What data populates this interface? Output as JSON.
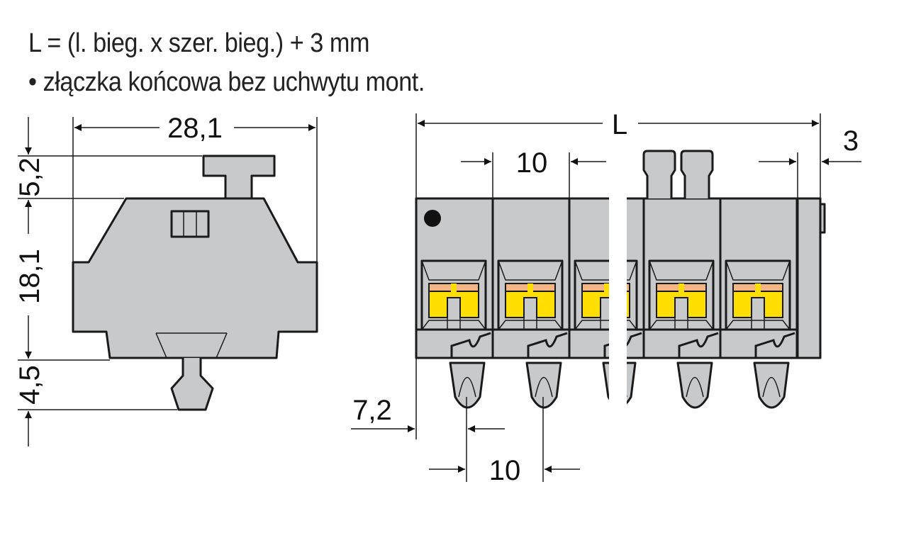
{
  "header": {
    "line1": "L = (l. bieg. x szer. bieg.) + 3 mm",
    "line2": "• złączka końcowa bez uchwytu mont."
  },
  "dimensions": {
    "side_width": "28,1",
    "side_top": "5,2",
    "side_body": "18,1",
    "side_bottom": "4,5",
    "length": "L",
    "pitch_top": "10",
    "end_offset": "3",
    "pin_offset": "7,2",
    "pitch_bottom": "10"
  },
  "colors": {
    "housing": "#c8c9cb",
    "clamp": "#ffde00",
    "contact": "#f4b685"
  }
}
